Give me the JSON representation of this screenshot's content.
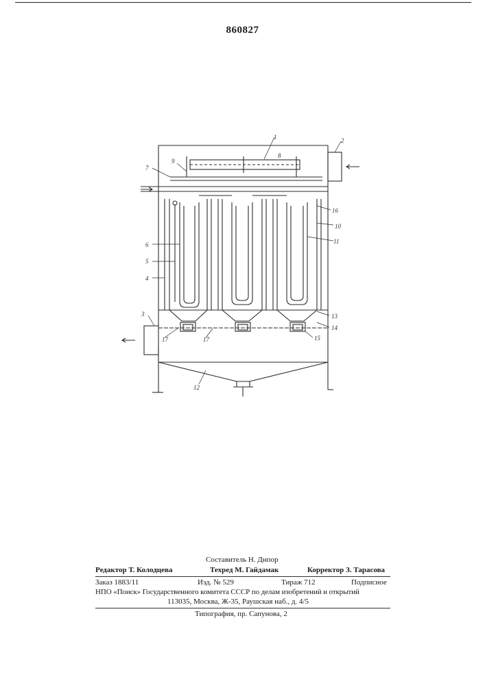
{
  "patent_number": "860827",
  "figure_labels": {
    "l1": "1",
    "l2": "2",
    "l3": "3",
    "l4": "4",
    "l5": "5",
    "l6": "6",
    "l7": "7",
    "l8": "8",
    "l9": "9",
    "l10": "10",
    "l11": "11",
    "l12": "12",
    "l13": "13",
    "l14": "14",
    "l15": "15",
    "l16": "16",
    "l17a": "17",
    "l17b": "17"
  },
  "colophon": {
    "compiler": "Составитель Н. Днпор",
    "editor": "Редактор Т. Колодцева",
    "techred": "Техред М. Гайдамак",
    "corrector": "Корректор З. Тарасова",
    "order": "Заказ 1883/11",
    "edition": "Изд. № 529",
    "circulation": "Тираж 712",
    "subscription": "Подписное",
    "org": "НПО «Поиск» Государственного комитета СССР по делам изобретений и открытий",
    "address": "113035, Москва, Ж-35, Раушская наб., д. 4/5",
    "printer": "Типография, пр. Сапунова, 2"
  }
}
